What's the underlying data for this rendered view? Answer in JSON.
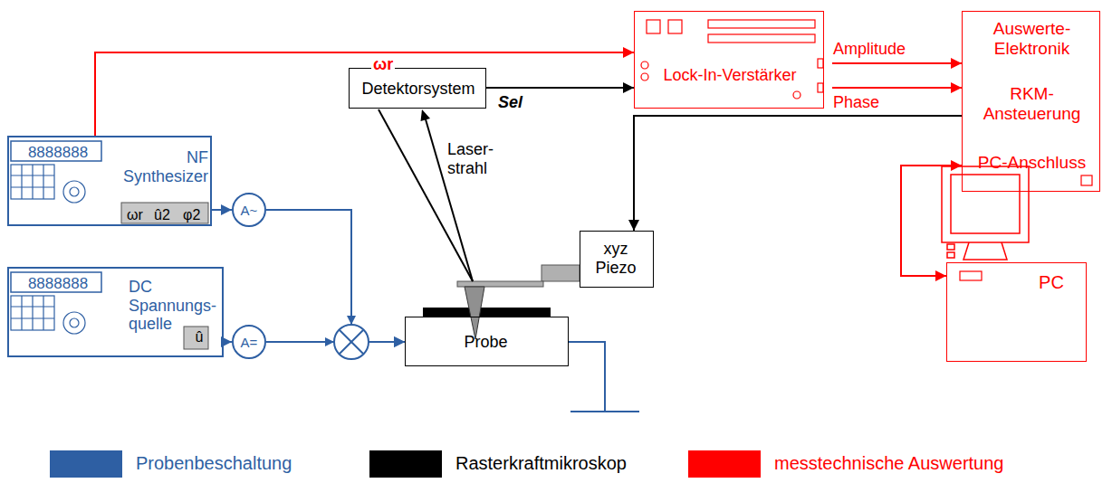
{
  "diagram": {
    "nodes": [
      {
        "text": [
          "Lock-In-Verstärker"
        ]
      },
      {
        "text": [
          "Auswerte- Elektronik",
          "RKM- Ansteuerung",
          "PC-Anschluss"
        ]
      },
      {
        "text": [
          "Detektorsystem"
        ]
      },
      {
        "text": [
          "8888888",
          "NF Synthesizer",
          "ωr",
          "û2",
          "φ2"
        ]
      },
      {
        "text": [
          "A~"
        ]
      },
      {
        "text": [
          "xyz Piezo"
        ]
      },
      {
        "text": [
          "8888888",
          "DC Spannungs- quelle",
          "û"
        ]
      },
      {
        "text": [
          "A="
        ]
      },
      {
        "text": [
          "Probe"
        ]
      },
      {
        "text": [
          "PC"
        ]
      }
    ],
    "edges": [
      {
        "from": 3,
        "to": 0,
        "arrow": "to",
        "label": "ωr"
      },
      {
        "from": 2,
        "to": 0,
        "arrow": "to",
        "label": "Sel"
      },
      {
        "from": 0,
        "to": 1,
        "arrow": "to",
        "label": "Amplitude"
      },
      {
        "from": 0,
        "to": 1,
        "arrow": "to",
        "label": "Phase"
      },
      {
        "from": 1,
        "to": 5,
        "arrow": "to"
      },
      {
        "from": 3,
        "to": 4,
        "arrow": "to"
      },
      {
        "from": 6,
        "to": 7,
        "arrow": "to"
      },
      {
        "from": 4,
        "to": 8,
        "arrow": "to"
      },
      {
        "from": 7,
        "to": 8,
        "arrow": "to"
      },
      {
        "from": 1,
        "to": 9,
        "arrow": "both"
      }
    ],
    "labels": [
      "Laser- strahl"
    ],
    "legend": [
      {
        "text": "Probenbeschaltung",
        "color": "#2e5fa3"
      },
      {
        "text": "Rasterkraftmikroskop",
        "color": "#000000"
      },
      {
        "text": "messtechnische Auswertung",
        "color": "#ff0000"
      }
    ]
  }
}
